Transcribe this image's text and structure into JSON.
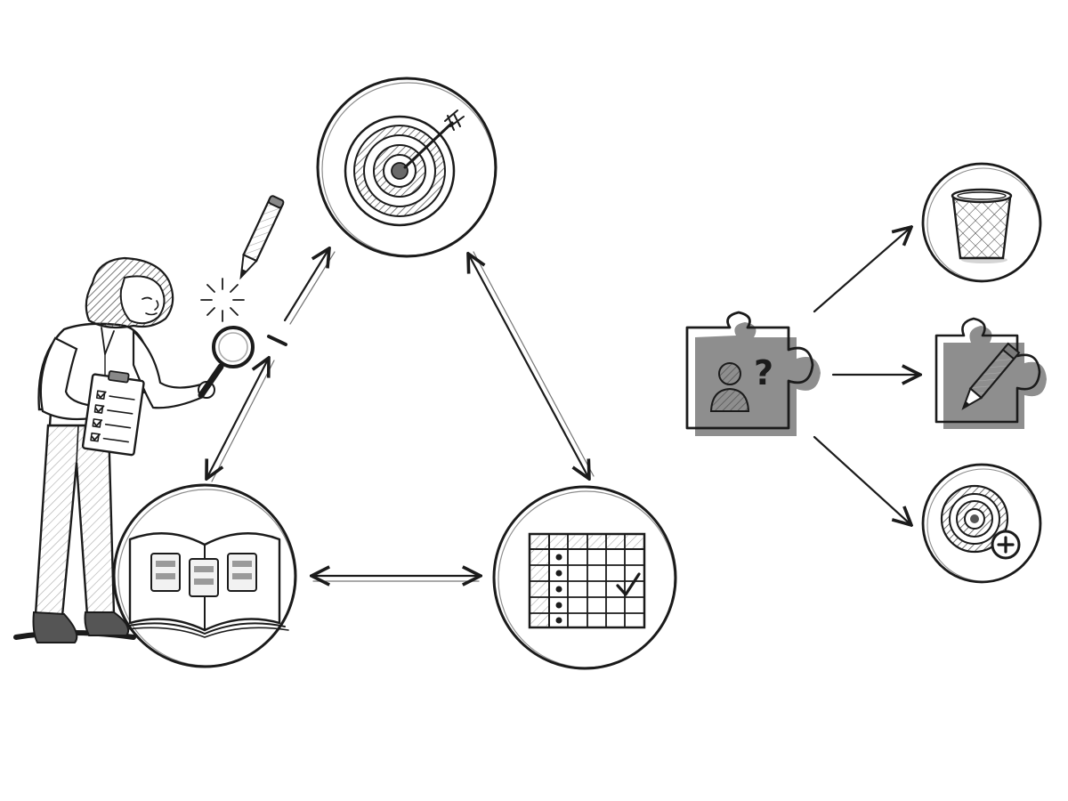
{
  "diagram": {
    "style": "pencil sketch, black ink on white",
    "ink_color": "#1b1b1b",
    "shade_color": "#9a9a9a",
    "background": "#ffffff",
    "nodes": [
      {
        "id": "target",
        "icon": "bullseye-with-arrow-icon"
      },
      {
        "id": "catalog",
        "icon": "open-book-icon"
      },
      {
        "id": "matrix",
        "icon": "checklist-grid-icon"
      }
    ],
    "links": [
      {
        "from": "target",
        "to": "catalog",
        "direction": "both"
      },
      {
        "from": "target",
        "to": "matrix",
        "direction": "both"
      },
      {
        "from": "catalog",
        "to": "matrix",
        "direction": "both"
      }
    ],
    "puzzle": {
      "icon": "puzzle-piece-icon",
      "symbol": "?",
      "outcomes": [
        {
          "id": "discard",
          "icon": "wastebasket-icon"
        },
        {
          "id": "edit",
          "icon": "puzzle-pencil-icon"
        },
        {
          "id": "new-target",
          "icon": "target-plus-icon"
        }
      ]
    },
    "figure": {
      "icon": "person-with-magnifier-icon",
      "holding": "clipboard-checklist-icon"
    }
  }
}
